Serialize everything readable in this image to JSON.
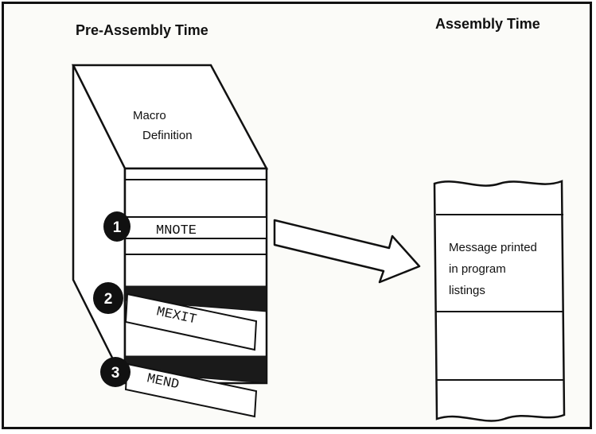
{
  "headings": {
    "pre_assembly": "Pre-Assembly Time",
    "assembly": "Assembly Time"
  },
  "macro_box": {
    "title_line1": "Macro",
    "title_line2": "Definition"
  },
  "statements": [
    {
      "number": "1",
      "label": "MNOTE"
    },
    {
      "number": "2",
      "label": "MEXIT"
    },
    {
      "number": "3",
      "label": "MEND"
    }
  ],
  "output": {
    "line1": "Message printed",
    "line2": "in program",
    "line3": "listings"
  }
}
